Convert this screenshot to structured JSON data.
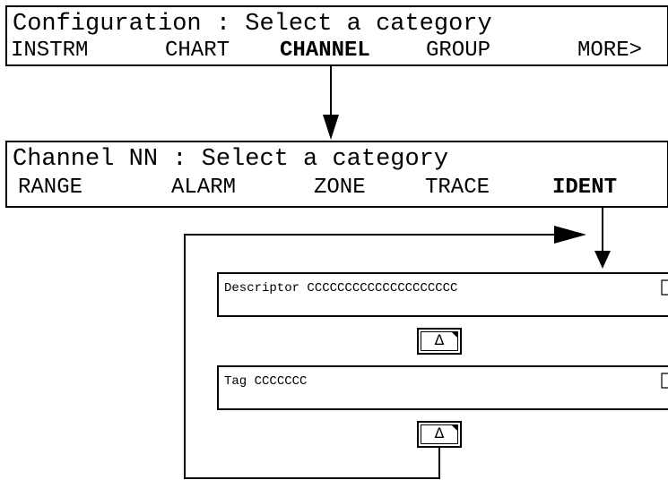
{
  "config_screen": {
    "title": "Configuration : Select a category",
    "softkeys": [
      "INSTRM",
      "CHART",
      "CHANNEL",
      "GROUP",
      "MORE>"
    ],
    "selected": "CHANNEL"
  },
  "channel_screen": {
    "title": "Channel NN : Select a category",
    "softkeys": [
      "RANGE",
      "ALARM",
      "ZONE",
      "TRACE",
      "IDENT"
    ],
    "selected": "IDENT"
  },
  "ident_fields": [
    {
      "label": "Descriptor",
      "value": "CCCCCCCCCCCCCCCCCCCC",
      "icon": "document-icon"
    },
    {
      "label": "Tag",
      "value": "CCCCCCC",
      "icon": "document-icon"
    }
  ],
  "keys": {
    "up_symbol": "Δ"
  }
}
